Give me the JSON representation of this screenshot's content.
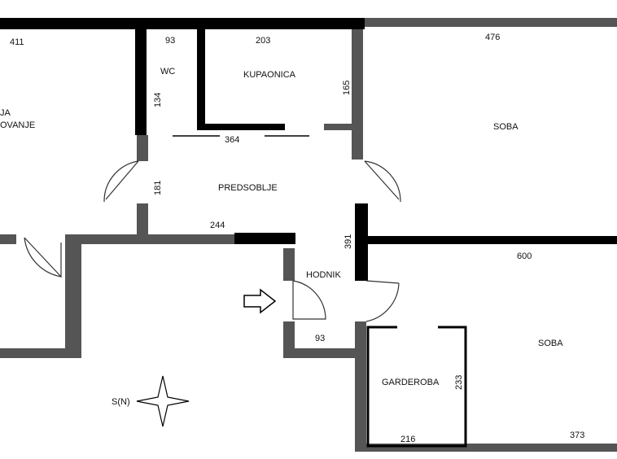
{
  "rooms": {
    "left_room": [
      "JA",
      "OVANJE"
    ],
    "wc": "WC",
    "kupaonica": "KUPAONICA",
    "predsoblje": "PREDSOBLJE",
    "hodnik": "HODNIK",
    "soba_top": "SOBA",
    "soba_bottom": "SOBA",
    "garderoba": "GARDEROBA"
  },
  "dimensions": {
    "d411": "411",
    "d93_top": "93",
    "d203": "203",
    "d476": "476",
    "d134": "134",
    "d165": "165",
    "d364": "364",
    "d181": "181",
    "d244": "244",
    "d391": "391",
    "d600": "600",
    "d93_bottom": "93",
    "d233": "233",
    "d216": "216",
    "d373": "373"
  },
  "compass": "S(N)"
}
